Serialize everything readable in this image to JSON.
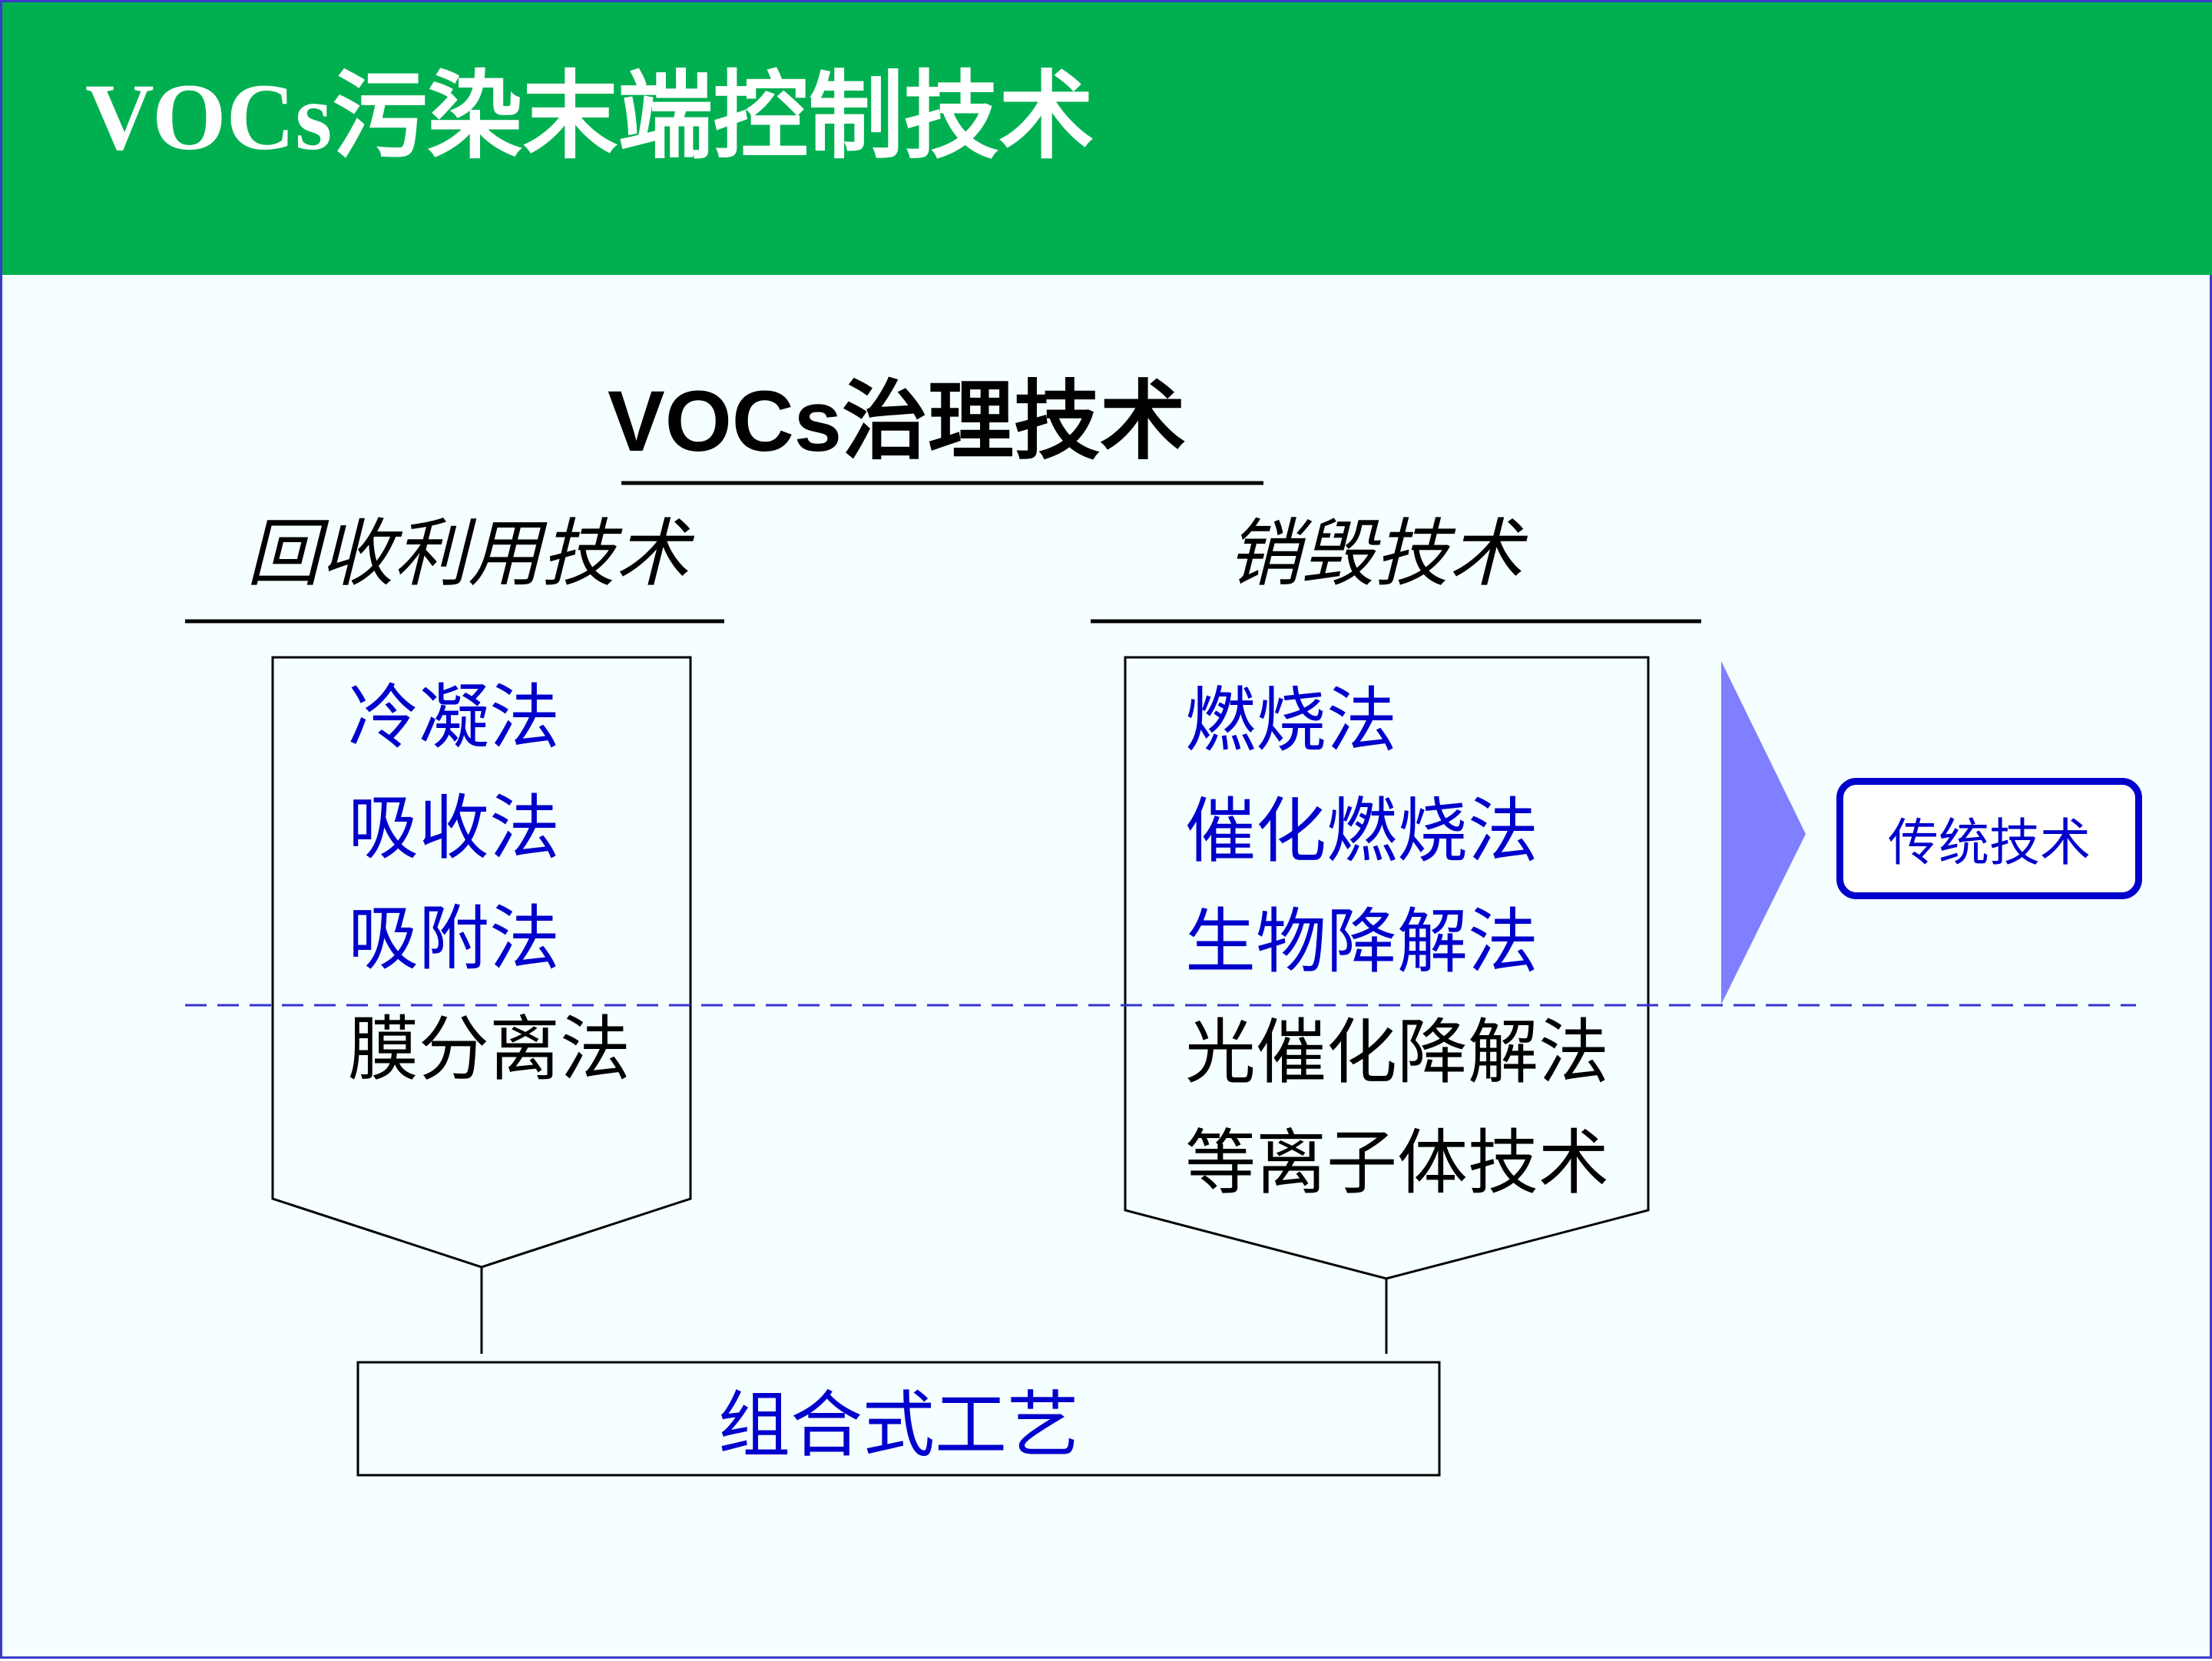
{
  "header": {
    "title": "VOCs污染末端控制技术",
    "background_color": "#00B050"
  },
  "diagram": {
    "title": "VOCs治理技术",
    "categories": [
      {
        "title": "回收利用技术",
        "methods": [
          {
            "label": "冷凝法",
            "traditional": true
          },
          {
            "label": "吸收法",
            "traditional": true
          },
          {
            "label": "吸附法",
            "traditional": true
          },
          {
            "label": "膜分离法",
            "traditional": false
          }
        ]
      },
      {
        "title": "销毁技术",
        "methods": [
          {
            "label": "燃烧法",
            "traditional": true
          },
          {
            "label": "催化燃烧法",
            "traditional": true
          },
          {
            "label": "生物降解法",
            "traditional": true
          },
          {
            "label": "光催化降解法",
            "traditional": false
          },
          {
            "label": "等离子体技术",
            "traditional": false
          }
        ]
      }
    ],
    "traditional_label": "传统技术",
    "combination_label": "组合式工艺",
    "colors": {
      "traditional_text": "#0000CC",
      "new_text": "#000000",
      "arrow_fill": "#7F7FFF",
      "divider_line": "#3333CC"
    }
  }
}
